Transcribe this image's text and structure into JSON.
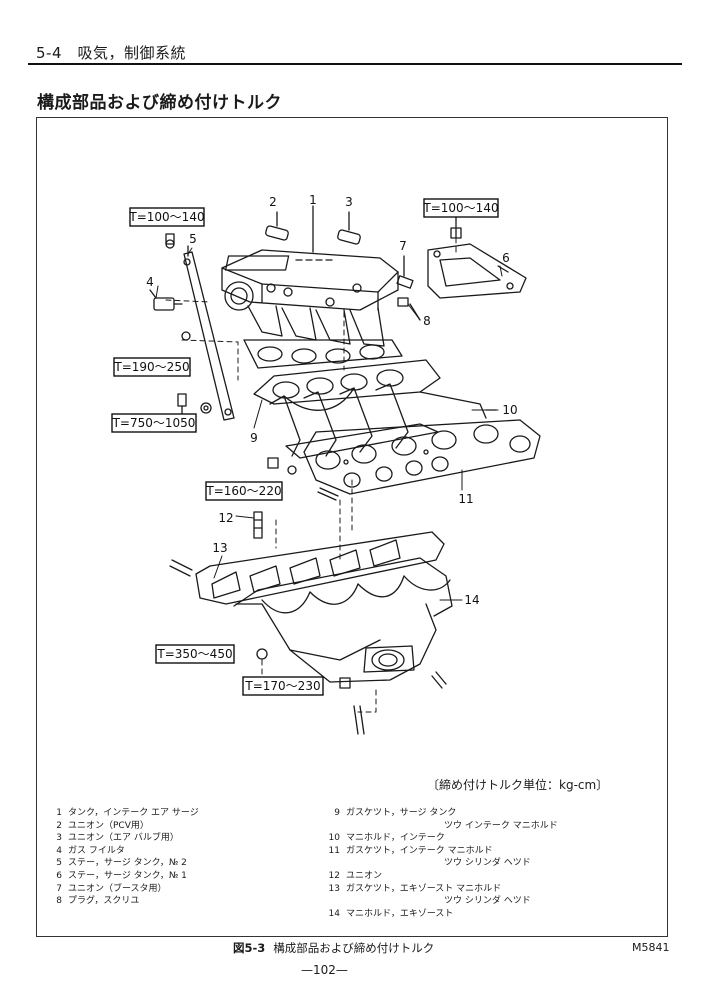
{
  "header": {
    "section": "5-4　吸気，制御系統"
  },
  "section_title": "構成部品および締め付けトルク",
  "torque_labels": [
    "T=100〜140",
    "T=100〜140",
    "T=190〜250",
    "T=750〜1050",
    "T=160〜220",
    "T=350〜450",
    "T=170〜230"
  ],
  "callouts": [
    "1",
    "2",
    "3",
    "4",
    "5",
    "6",
    "7",
    "8",
    "9",
    "10",
    "11",
    "12",
    "13",
    "14"
  ],
  "unit_note": "〔締め付けトルク単位：kg-cm〕",
  "legend_left": [
    {
      "num": "1",
      "text": "タンク，インテーク エア サージ"
    },
    {
      "num": "2",
      "text": "ユニオン（PCV用）"
    },
    {
      "num": "3",
      "text": "ユニオン（エア バルブ用）"
    },
    {
      "num": "4",
      "text": "ガス フイルタ"
    },
    {
      "num": "5",
      "text": "ステー，サージ タンク，№ 2"
    },
    {
      "num": "6",
      "text": "ステー，サージ タンク，№ 1"
    },
    {
      "num": "7",
      "text": "ユニオン（ブースタ用）"
    },
    {
      "num": "8",
      "text": "プラグ，スクリユ"
    }
  ],
  "legend_right": [
    {
      "num": "9",
      "text": "ガスケツト，サージ タンク",
      "cont": "ツウ インテーク マニホルド"
    },
    {
      "num": "10",
      "text": "マニホルド，インテーク"
    },
    {
      "num": "11",
      "text": "ガスケツト，インテーク マニホルド",
      "cont": "ツウ シリンダ ヘツド"
    },
    {
      "num": "12",
      "text": "ユニオン"
    },
    {
      "num": "13",
      "text": "ガスケツト，エキゾースト マニホルド",
      "cont": "ツウ シリンダ ヘツド"
    },
    {
      "num": "14",
      "text": "マニホルド，エキゾースト"
    }
  ],
  "caption": {
    "fig": "図5-3",
    "text": "構成部品および締め付けトルク"
  },
  "figure_code": "M5841",
  "page_number": "—102—"
}
